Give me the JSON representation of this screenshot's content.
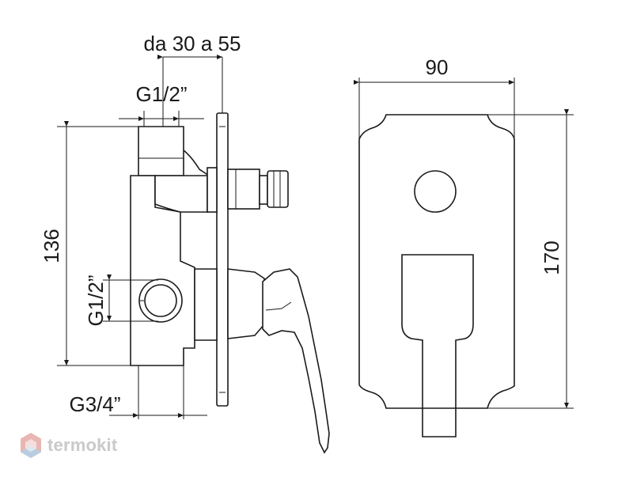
{
  "dimensions": {
    "depth_range": "da 30 a 55",
    "top_connection": "G1/2”",
    "side_connection": "G1/2”",
    "height_body": "136",
    "bottom_connection": "G3/4”",
    "plate_width": "90",
    "plate_height": "170"
  },
  "watermark": {
    "text": "termokit",
    "colors": {
      "primary": "#e8b7b4",
      "secondary": "#b9cde0",
      "text": "#c9c9c9"
    }
  }
}
